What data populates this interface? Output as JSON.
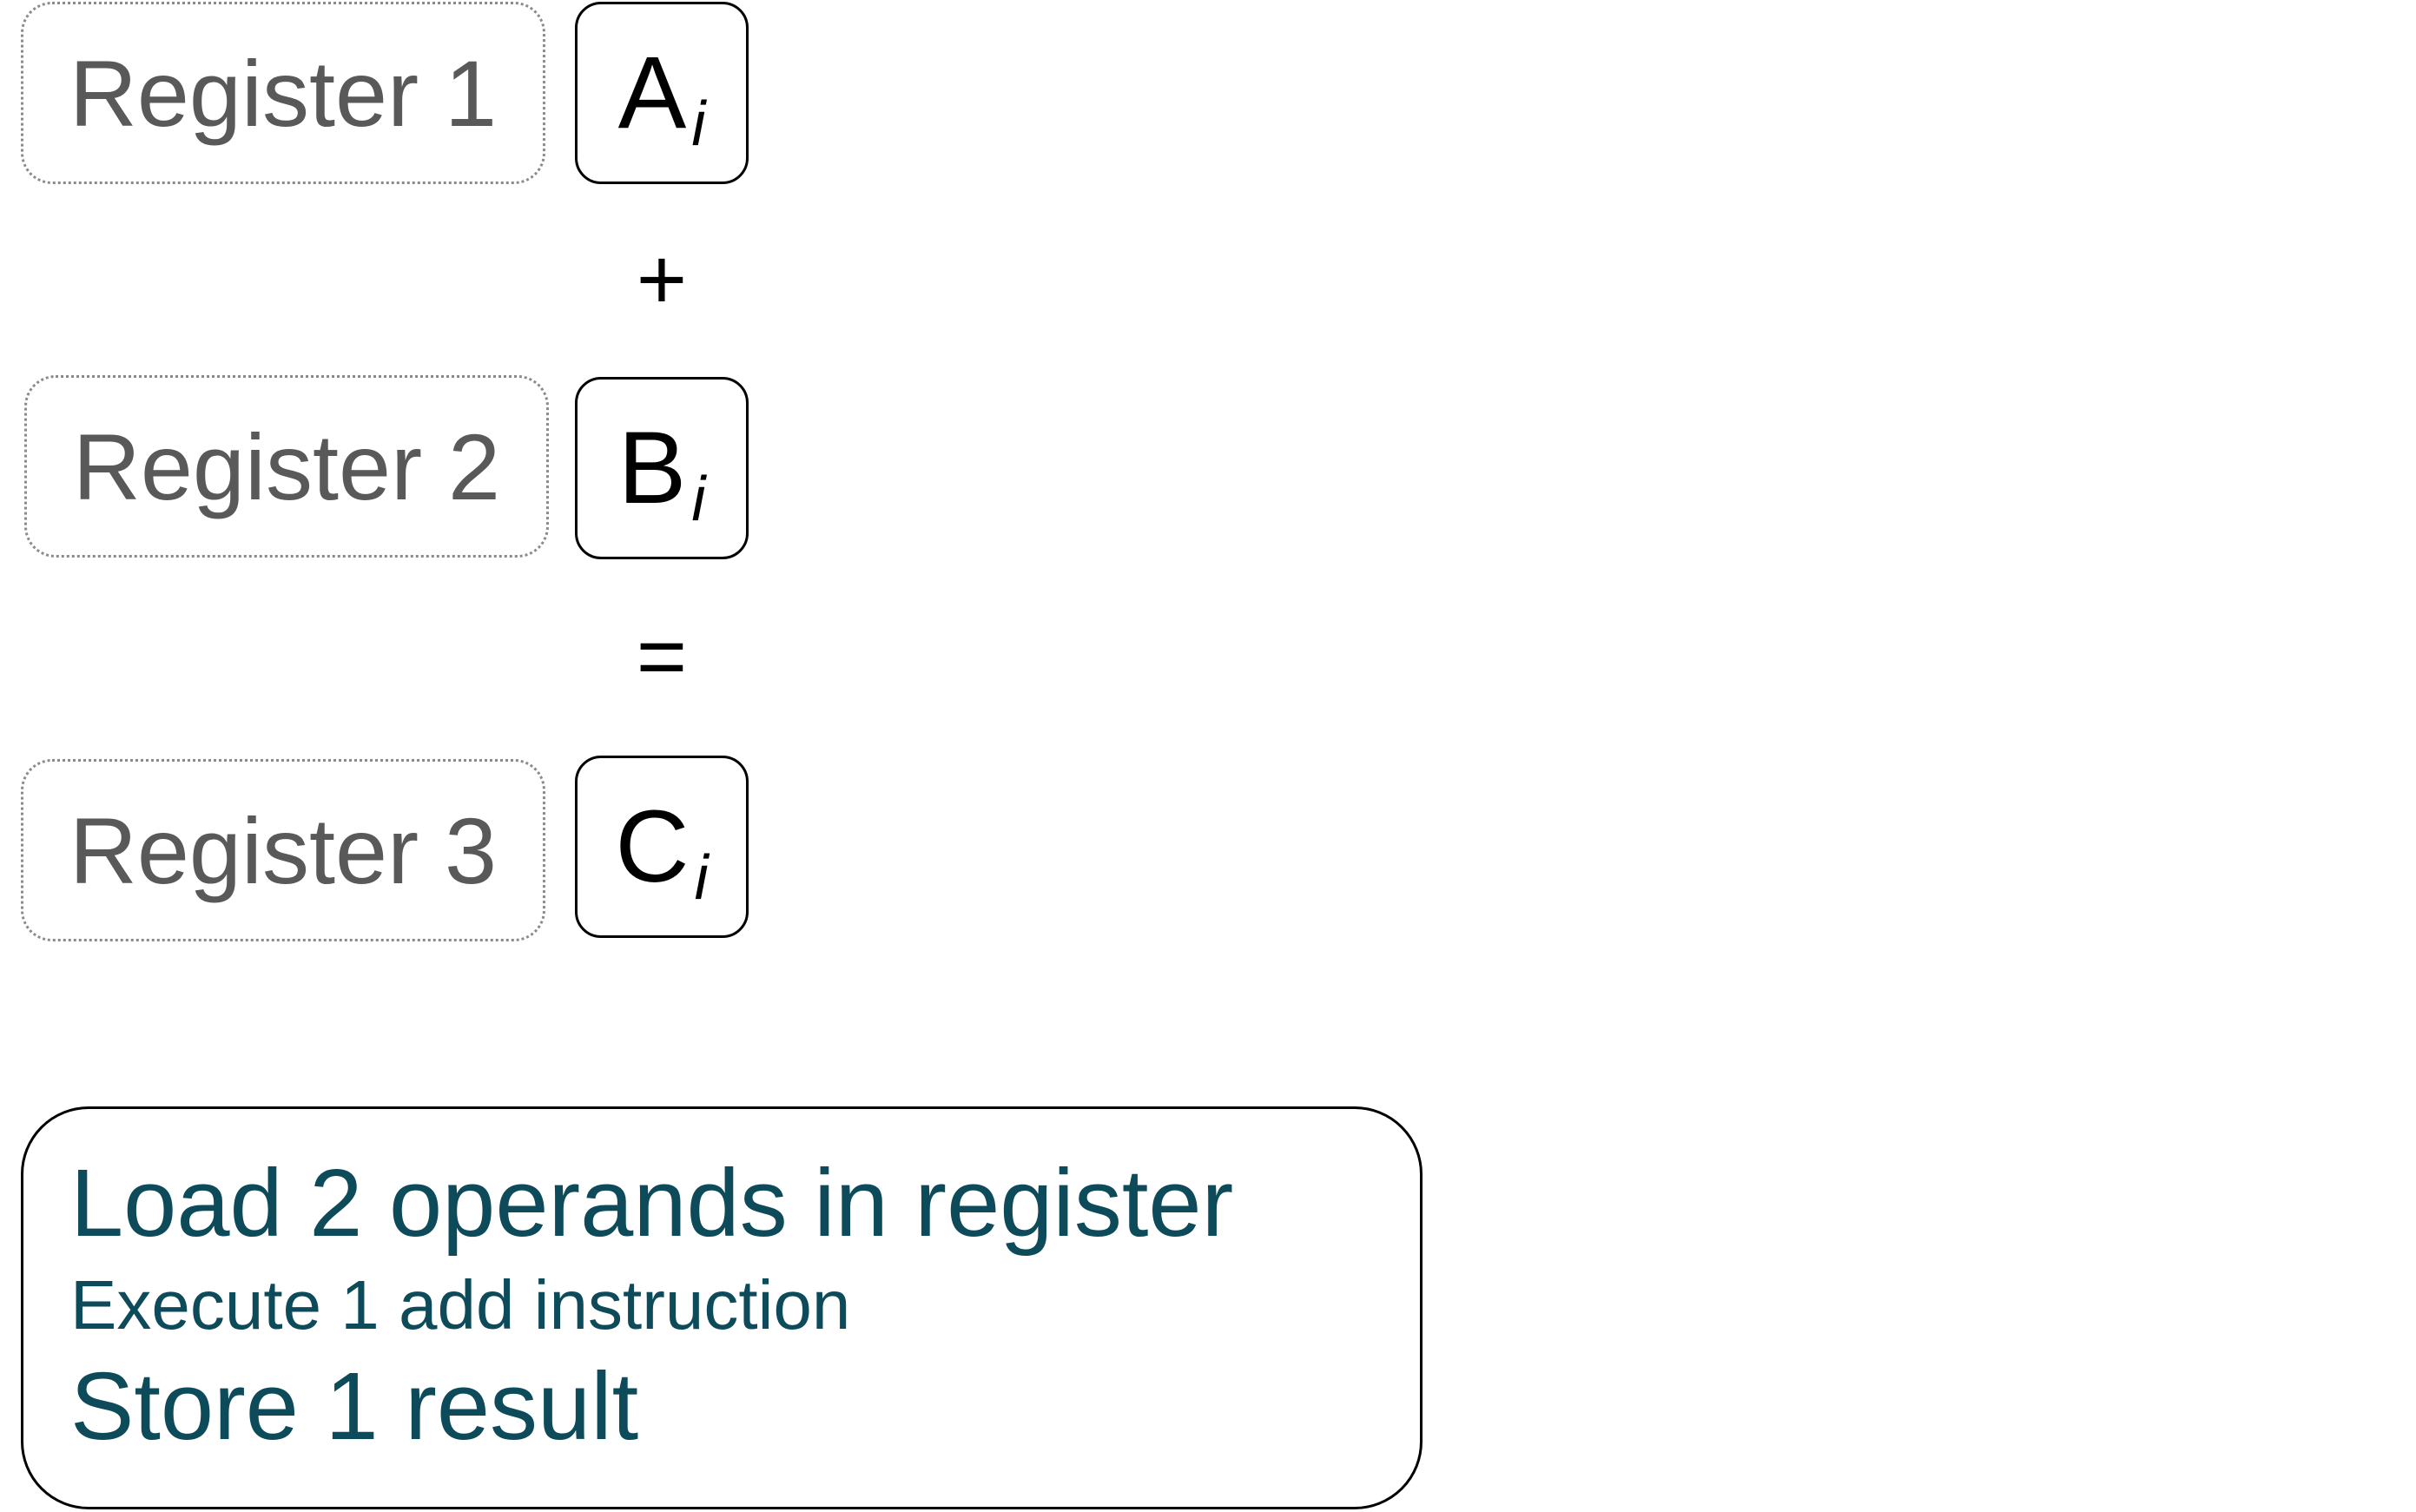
{
  "registers": [
    {
      "label": "Register 1",
      "value": "A",
      "sub": "i"
    },
    {
      "label": "Register 2",
      "value": "B",
      "sub": "i"
    },
    {
      "label": "Register 3",
      "value": "C",
      "sub": "i"
    }
  ],
  "operators": {
    "plus": "+",
    "equals": "="
  },
  "summary": {
    "line1": "Load 2 operands in register",
    "line2": "Execute 1 add instruction",
    "line3": "Store 1 result"
  },
  "colors": {
    "label_text": "#595959",
    "summary_text": "#0d4a5a"
  }
}
